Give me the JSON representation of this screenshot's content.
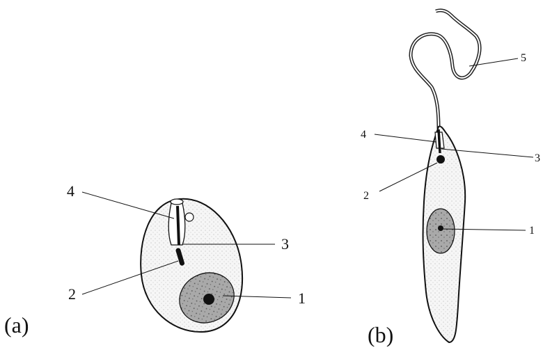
{
  "panels": {
    "a": {
      "caption": "(a)",
      "labels": {
        "n1": "1",
        "n2": "2",
        "n3": "3",
        "n4": "4"
      }
    },
    "b": {
      "caption": "(b)",
      "labels": {
        "n1": "1",
        "n2": "2",
        "n3": "3",
        "n4": "4",
        "n5": "5"
      }
    }
  },
  "colors": {
    "ink": "#111111",
    "cell_fill": "#f4f4f4",
    "nucleus_fill": "#a9a9a9",
    "stipple": "#9a9a9a"
  }
}
